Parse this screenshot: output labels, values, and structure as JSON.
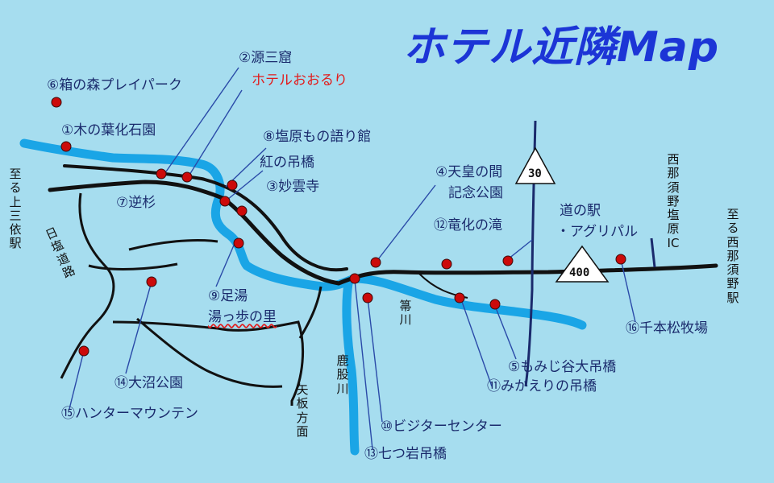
{
  "title": "ホテル近隣Map",
  "hotel": "ホテルおおるり",
  "spots": {
    "s1": "①木の葉化石園",
    "s2": "②源三窟",
    "s4a": "④天皇の間",
    "s4b": "記念公園",
    "s6": "⑥箱の森プレイパーク",
    "s7": "⑦逆杉",
    "s8": "⑧塩原もの語り館",
    "s3a": "紅の吊橋",
    "s3b": "③妙雲寺",
    "s9a": "⑨足湯",
    "s9b": "湯っ歩の里",
    "s10": "⑩ビジターセンター",
    "s11": "⑪みかえりの吊橋",
    "s12": "⑫竜化の滝",
    "s13": "⑬七つ岩吊橋",
    "s14": "⑭大沼公園",
    "s15": "⑮ハンターマウンテン",
    "s16": "⑯千本松牧場",
    "s5": "⑤もみじ谷大吊橋",
    "michi_a": "道の駅",
    "michi_b": "・アグリパル"
  },
  "vertical": {
    "left_dest": "至る上三依駅",
    "right_dest": "至る西那須野駅",
    "ic": "西那須野塩原IC",
    "yaita": "矢板方面",
    "hiking": "日塩道路",
    "river_s": "箒川",
    "river_k": "鹿股川"
  },
  "route_numbers": {
    "r30": "30",
    "r400": "400"
  },
  "colors": {
    "background": "#a6ddef",
    "river": "#1aa5e6",
    "road": "#111111",
    "marker": "#cc0a0a",
    "label": "#1a2a6c",
    "hotel": "#e21b1b",
    "title": "#1c35d6"
  }
}
